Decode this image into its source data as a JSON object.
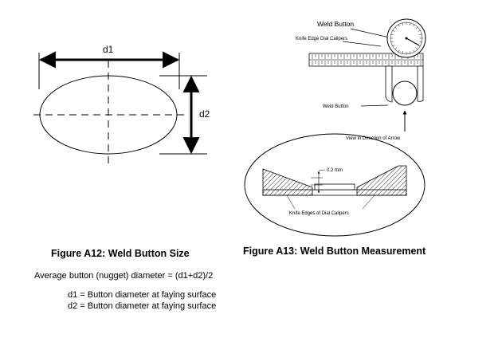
{
  "figure_a12": {
    "d1": "d1",
    "d2": "d2",
    "caption": "Figure A12: Weld Button Size"
  },
  "figure_a13": {
    "title": "Weld Button",
    "calipers_label": "Knife Edge Dial Calipers",
    "weld_button_label": "Weld Button",
    "view_label": "View in Direction of Arrow",
    "gap_label": "0.2 mm",
    "knife_edges_label": "Knife Edges of Dial Calipers",
    "caption": "Figure A13: Weld Button Measurement"
  },
  "formula": {
    "average": "Average button (nugget) diameter = (d1+d2)/2",
    "d1_def": "d1 = Button diameter at faying surface",
    "d2_def": "d2 = Button diameter at faying surface"
  }
}
